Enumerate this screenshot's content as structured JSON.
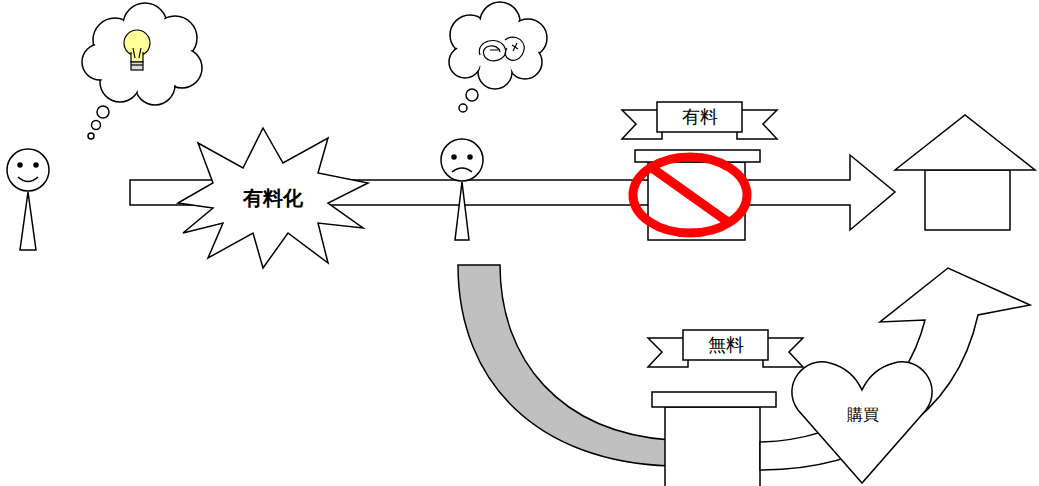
{
  "diagram": {
    "nodes": [
      {
        "text": [
          "有料化"
        ]
      },
      {
        "text": [
          "有料"
        ]
      },
      {
        "text": [
          "無料"
        ]
      },
      {
        "text": [
          "購買"
        ]
      }
    ]
  }
}
